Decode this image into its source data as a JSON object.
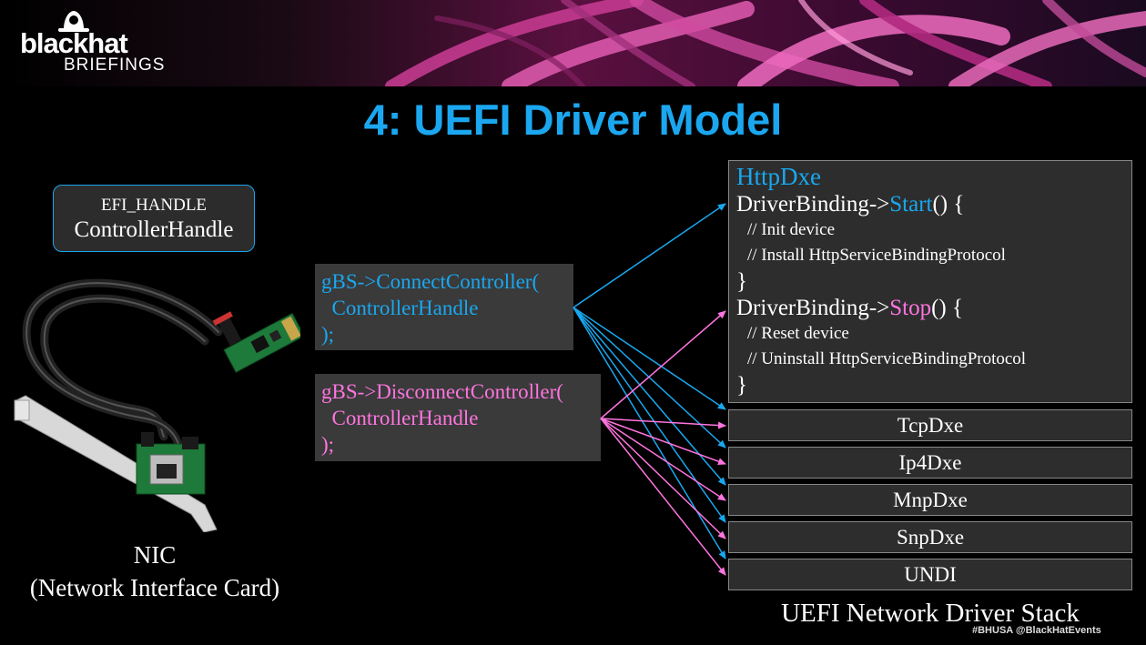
{
  "logo": {
    "main": "blackhat",
    "sub": "BRIEFINGS"
  },
  "title": "4: UEFI Driver Model",
  "handle": {
    "line1": "EFI_HANDLE",
    "line2": "ControllerHandle"
  },
  "nic_label": {
    "line1": "NIC",
    "line2": "(Network Interface Card)"
  },
  "connect_code": {
    "line1": "gBS->ConnectController(",
    "line2": "  ControllerHandle",
    "line3": ");"
  },
  "disconnect_code": {
    "line1": "gBS->DisconnectController(",
    "line2": "  ControllerHandle",
    "line3": ");"
  },
  "http": {
    "name": "HttpDxe",
    "start_prefix": "DriverBinding->",
    "start_func": "Start",
    "start_suffix": "() {",
    "start_c1": "// Init device",
    "start_c2": "// Install HttpServiceBindingProtocol",
    "close1": "}",
    "stop_prefix": "DriverBinding->",
    "stop_func": "Stop",
    "stop_suffix": "() {",
    "stop_c1": "// Reset device",
    "stop_c2": "// Uninstall HttpServiceBindingProtocol",
    "close2": "}"
  },
  "drivers": [
    "TcpDxe",
    "Ip4Dxe",
    "MnpDxe",
    "SnpDxe",
    "UNDI"
  ],
  "stack_label": "UEFI Network Driver Stack",
  "footer": "#BHUSA   @BlackHatEvents",
  "colors": {
    "connect": "#19a8ef",
    "disconnect": "#ff75e0",
    "title": "#1ba7f0"
  }
}
